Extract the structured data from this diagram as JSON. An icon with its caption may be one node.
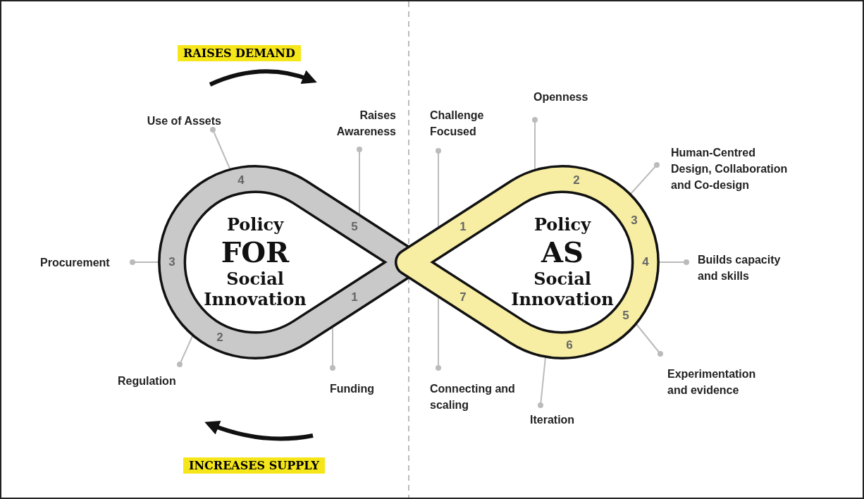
{
  "diagram": {
    "nodes": [
      {
        "text": [
          "Policy",
          "FOR",
          "Social Innovation"
        ]
      },
      {
        "text": [
          "Policy",
          "AS",
          "Social Innovation"
        ]
      },
      {
        "text": [
          "Use of Assets"
        ]
      },
      {
        "text": [
          "Raises Awareness"
        ]
      },
      {
        "text": [
          "Procurement"
        ]
      },
      {
        "text": [
          "Regulation"
        ]
      },
      {
        "text": [
          "Funding"
        ]
      },
      {
        "text": [
          "Challenge Focused"
        ]
      },
      {
        "text": [
          "Openness"
        ]
      },
      {
        "text": [
          "Human-Centred Design, Collaboration and Co-design"
        ]
      },
      {
        "text": [
          "Builds capacity and skills"
        ]
      },
      {
        "text": [
          "Experimentation and evidence"
        ]
      },
      {
        "text": [
          "Connecting and scaling"
        ]
      },
      {
        "text": [
          "Iteration"
        ]
      }
    ],
    "edges": [
      {
        "from": 2,
        "to": 0,
        "arrow": "other"
      },
      {
        "from": 3,
        "to": 0,
        "arrow": "other"
      },
      {
        "from": 4,
        "to": 0,
        "arrow": "other"
      },
      {
        "from": 5,
        "to": 0,
        "arrow": "other"
      },
      {
        "from": 6,
        "to": 0,
        "arrow": "other"
      },
      {
        "from": 7,
        "to": 1,
        "arrow": "other"
      },
      {
        "from": 8,
        "to": 1,
        "arrow": "other"
      },
      {
        "from": 9,
        "to": 1,
        "arrow": "other"
      },
      {
        "from": 10,
        "to": 1,
        "arrow": "other"
      },
      {
        "from": 11,
        "to": 1,
        "arrow": "other"
      },
      {
        "from": 12,
        "to": 1,
        "arrow": "other"
      },
      {
        "from": 13,
        "to": 1,
        "arrow": "other"
      }
    ],
    "labels": [
      "RAISES DEMAND",
      "1",
      "2",
      "3",
      "4",
      "5",
      "1",
      "2",
      "3",
      "4",
      "5",
      "6",
      "7",
      "INCREASES SUPPLY"
    ]
  }
}
